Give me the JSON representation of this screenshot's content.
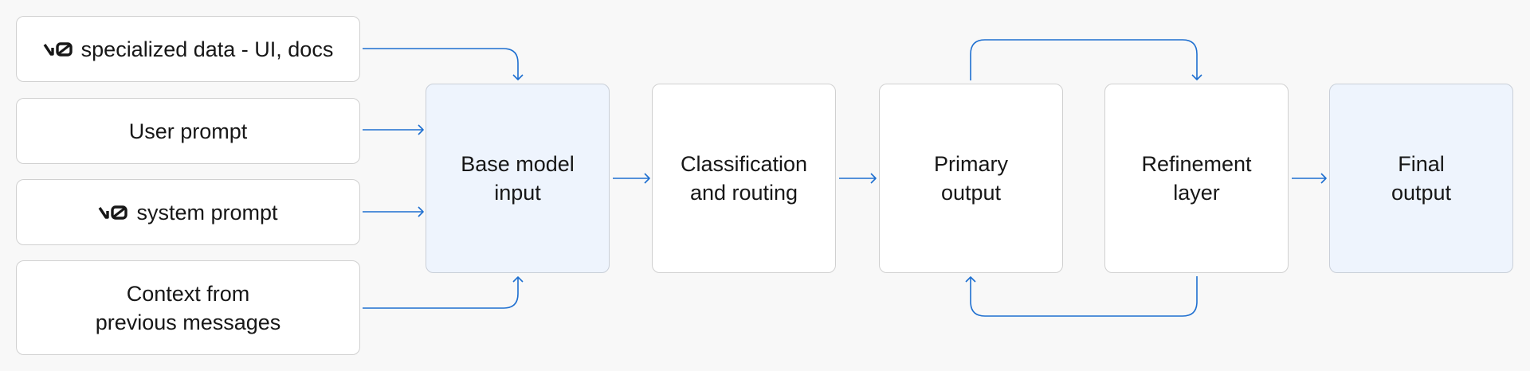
{
  "colors": {
    "background": "#f8f8f8",
    "box_border": "#d0d0d0",
    "box_fill": "#ffffff",
    "accent_fill": "#eef4fd",
    "arrow": "#1e6fd0",
    "text": "#171717"
  },
  "inputs": {
    "specialized_data": {
      "logo": "v0-logo",
      "label": "specialized data - UI, docs"
    },
    "user_prompt": {
      "label": "User prompt"
    },
    "system_prompt": {
      "logo": "v0-logo",
      "label": "system prompt"
    },
    "context": {
      "label": "Context from\nprevious messages"
    }
  },
  "pipeline": {
    "base_model": "Base model\ninput",
    "classification": "Classification\nand routing",
    "primary_output": "Primary\noutput",
    "refinement": "Refinement\nlayer",
    "final_output": "Final\noutput"
  }
}
